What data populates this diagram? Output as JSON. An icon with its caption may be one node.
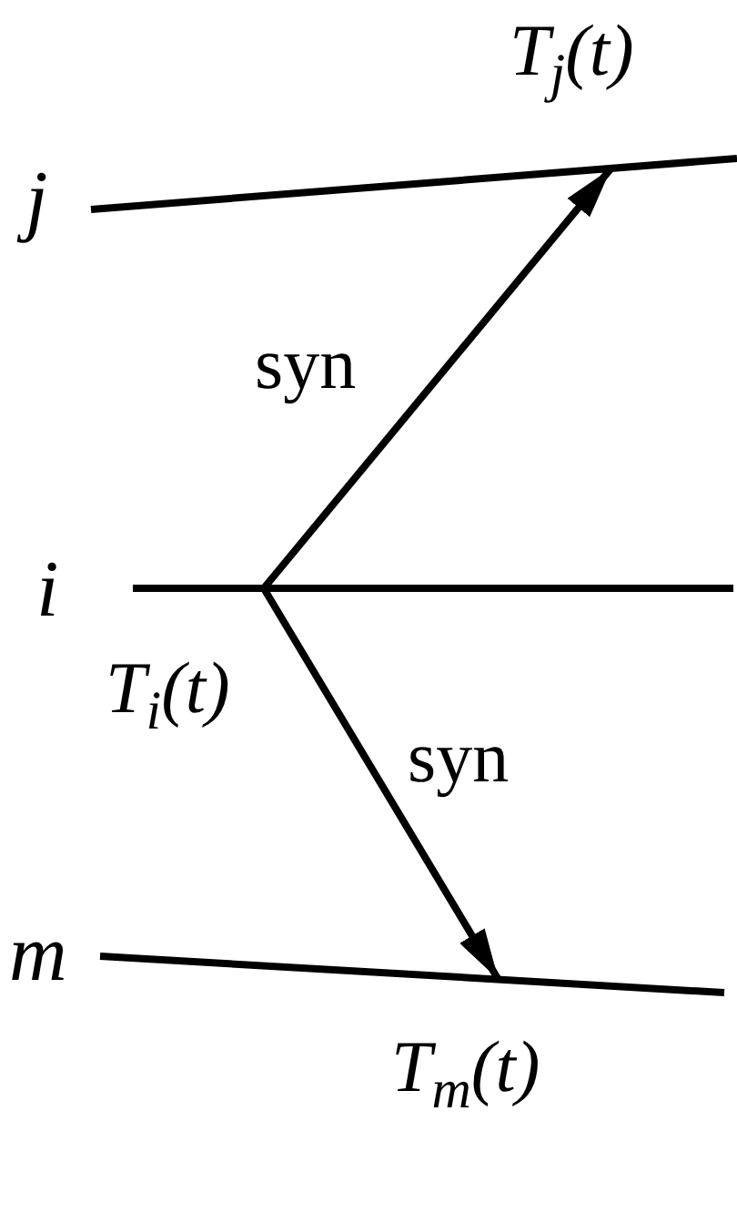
{
  "diagram": {
    "nodes": [
      {
        "text": [
          "j"
        ],
        "beside": [
          "T$_{j}$(t)"
        ]
      },
      {
        "text": [
          "i"
        ],
        "beside": [
          "T$_{i}$(t)"
        ]
      },
      {
        "text": [
          "m"
        ],
        "beside": [
          "T$_{m}$(t)"
        ]
      }
    ],
    "edges": [
      {
        "from": 1,
        "to": 0,
        "arrow": "to",
        "label": "syn"
      },
      {
        "from": 1,
        "to": 2,
        "arrow": "to",
        "label": "syn"
      }
    ]
  }
}
